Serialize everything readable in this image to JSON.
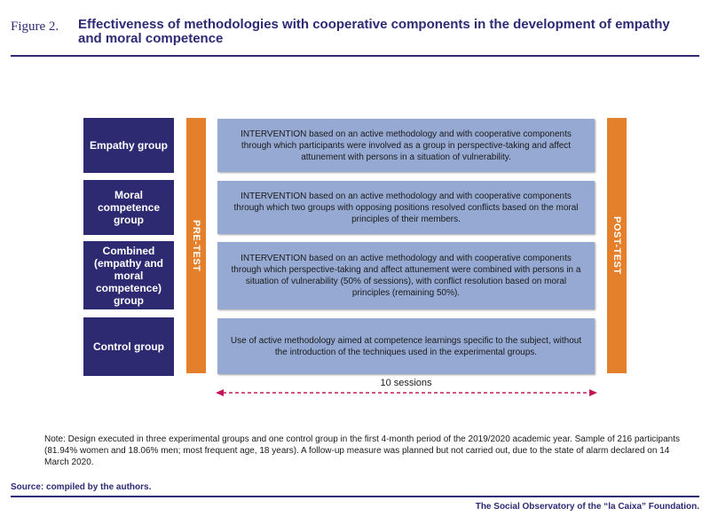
{
  "header": {
    "figure_label": "Figure  2.",
    "title": "Effectiveness of methodologies with cooperative components in the development of empathy and moral competence"
  },
  "groups": [
    {
      "label": "Empathy group"
    },
    {
      "label": "Moral competence group"
    },
    {
      "label": "Combined (empathy and moral competence) group"
    },
    {
      "label": "Control group"
    }
  ],
  "bars": {
    "pre_test": "PRE-TEST",
    "post_test": "POST-TEST"
  },
  "interventions": [
    {
      "text": "INTERVENTION based on an active methodology and with cooperative components through which participants were involved as a group in perspective-taking and affect attunement with persons in a situation of vulnerability."
    },
    {
      "text": "INTERVENTION based on an active methodology and with cooperative components through which two groups with opposing positions resolved conflicts based on the moral principles of their members."
    },
    {
      "text": "INTERVENTION based on an active methodology and with cooperative components through which perspective-taking and affect attunement were combined with persons in a situation of vulnerability (50% of sessions), with conflict resolution based on moral principles (remaining 50%)."
    },
    {
      "text": "Use of active methodology aimed at competence learnings specific to the subject, without the introduction of the techniques used in the experimental groups."
    }
  ],
  "timeline": {
    "label": "10 sessions"
  },
  "note": "Note: Design executed in three experimental groups and one control group in the first 4-month period of the 2019/2020 academic year. Sample of 216 participants (81.94% women and 18.06% men; most frequent age, 18 years). A follow-up measure was planned but not carried out, due to the state of alarm declared on 14 March 2020.",
  "source": "Source:  compiled by the authors.",
  "footer": "The Social Observatory of the “la Caixa” Foundation.",
  "colors": {
    "navy": "#2d2a72",
    "orange": "#e47f2b",
    "intervention_blue": "#95a9d2",
    "arrow_pink": "#c2185b"
  }
}
